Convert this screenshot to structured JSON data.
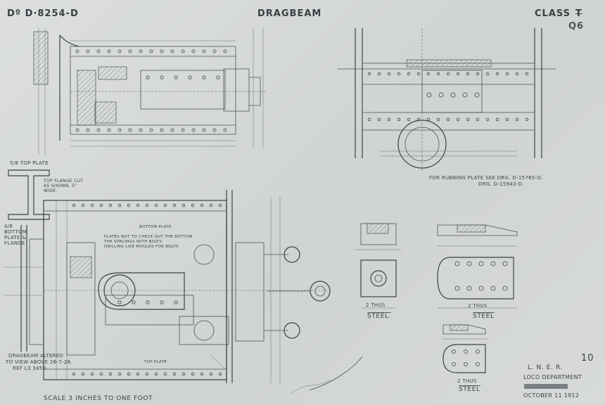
{
  "drawing": {
    "number": "Dº D·8254-D",
    "title": "DRAGBEAM",
    "class_label": "CLASS",
    "class_struck": "T",
    "class_new": "Q6",
    "sheet_number": "10"
  },
  "notes": {
    "rubbing_plate_line1": "FOR RUBBING PLATE SEE DRG. D-15765-D.",
    "rubbing_plate_line2": "DRG. D-15943-D.",
    "top_plate": "5/8 TOP PLATE",
    "top_flange": "TOP FLANGE CUT AS SHOWN, 5\" WIDE.",
    "bottom_plate": "4/8 BOTTOM PLATE & FLANGE",
    "dragbeam_altered_line1": "DRAGBEAM ALTERED",
    "dragbeam_altered_line2": "TO VIEW ABOVE 26-7-28.",
    "dragbeam_altered_line3": "REF L3 3450.",
    "plates_note_line1": "PLATES NOT TO CHECK OUT THE BOTTOM",
    "plates_note_line2": "THE SPACINGS WITH BOLTS",
    "plates_note_line3": "DRILLING LIKE MOULDS FOR BOLTS",
    "bottom_plate_label": "BOTTOM PLATE",
    "top_plate_label": "TOP PLATE",
    "scale": "SCALE 3 INCHES TO ONE FOOT"
  },
  "parts": [
    {
      "qty": "2 THUS",
      "material": "STEEL."
    },
    {
      "qty": "2 THUS",
      "material": "STEEL"
    },
    {
      "qty": "2 THUS",
      "material": "STEEL"
    }
  ],
  "title_block": {
    "company": "L. N. E. R.",
    "department": "LOCO DEPARTMENT",
    "date": "OCTOBER 11 1912"
  }
}
